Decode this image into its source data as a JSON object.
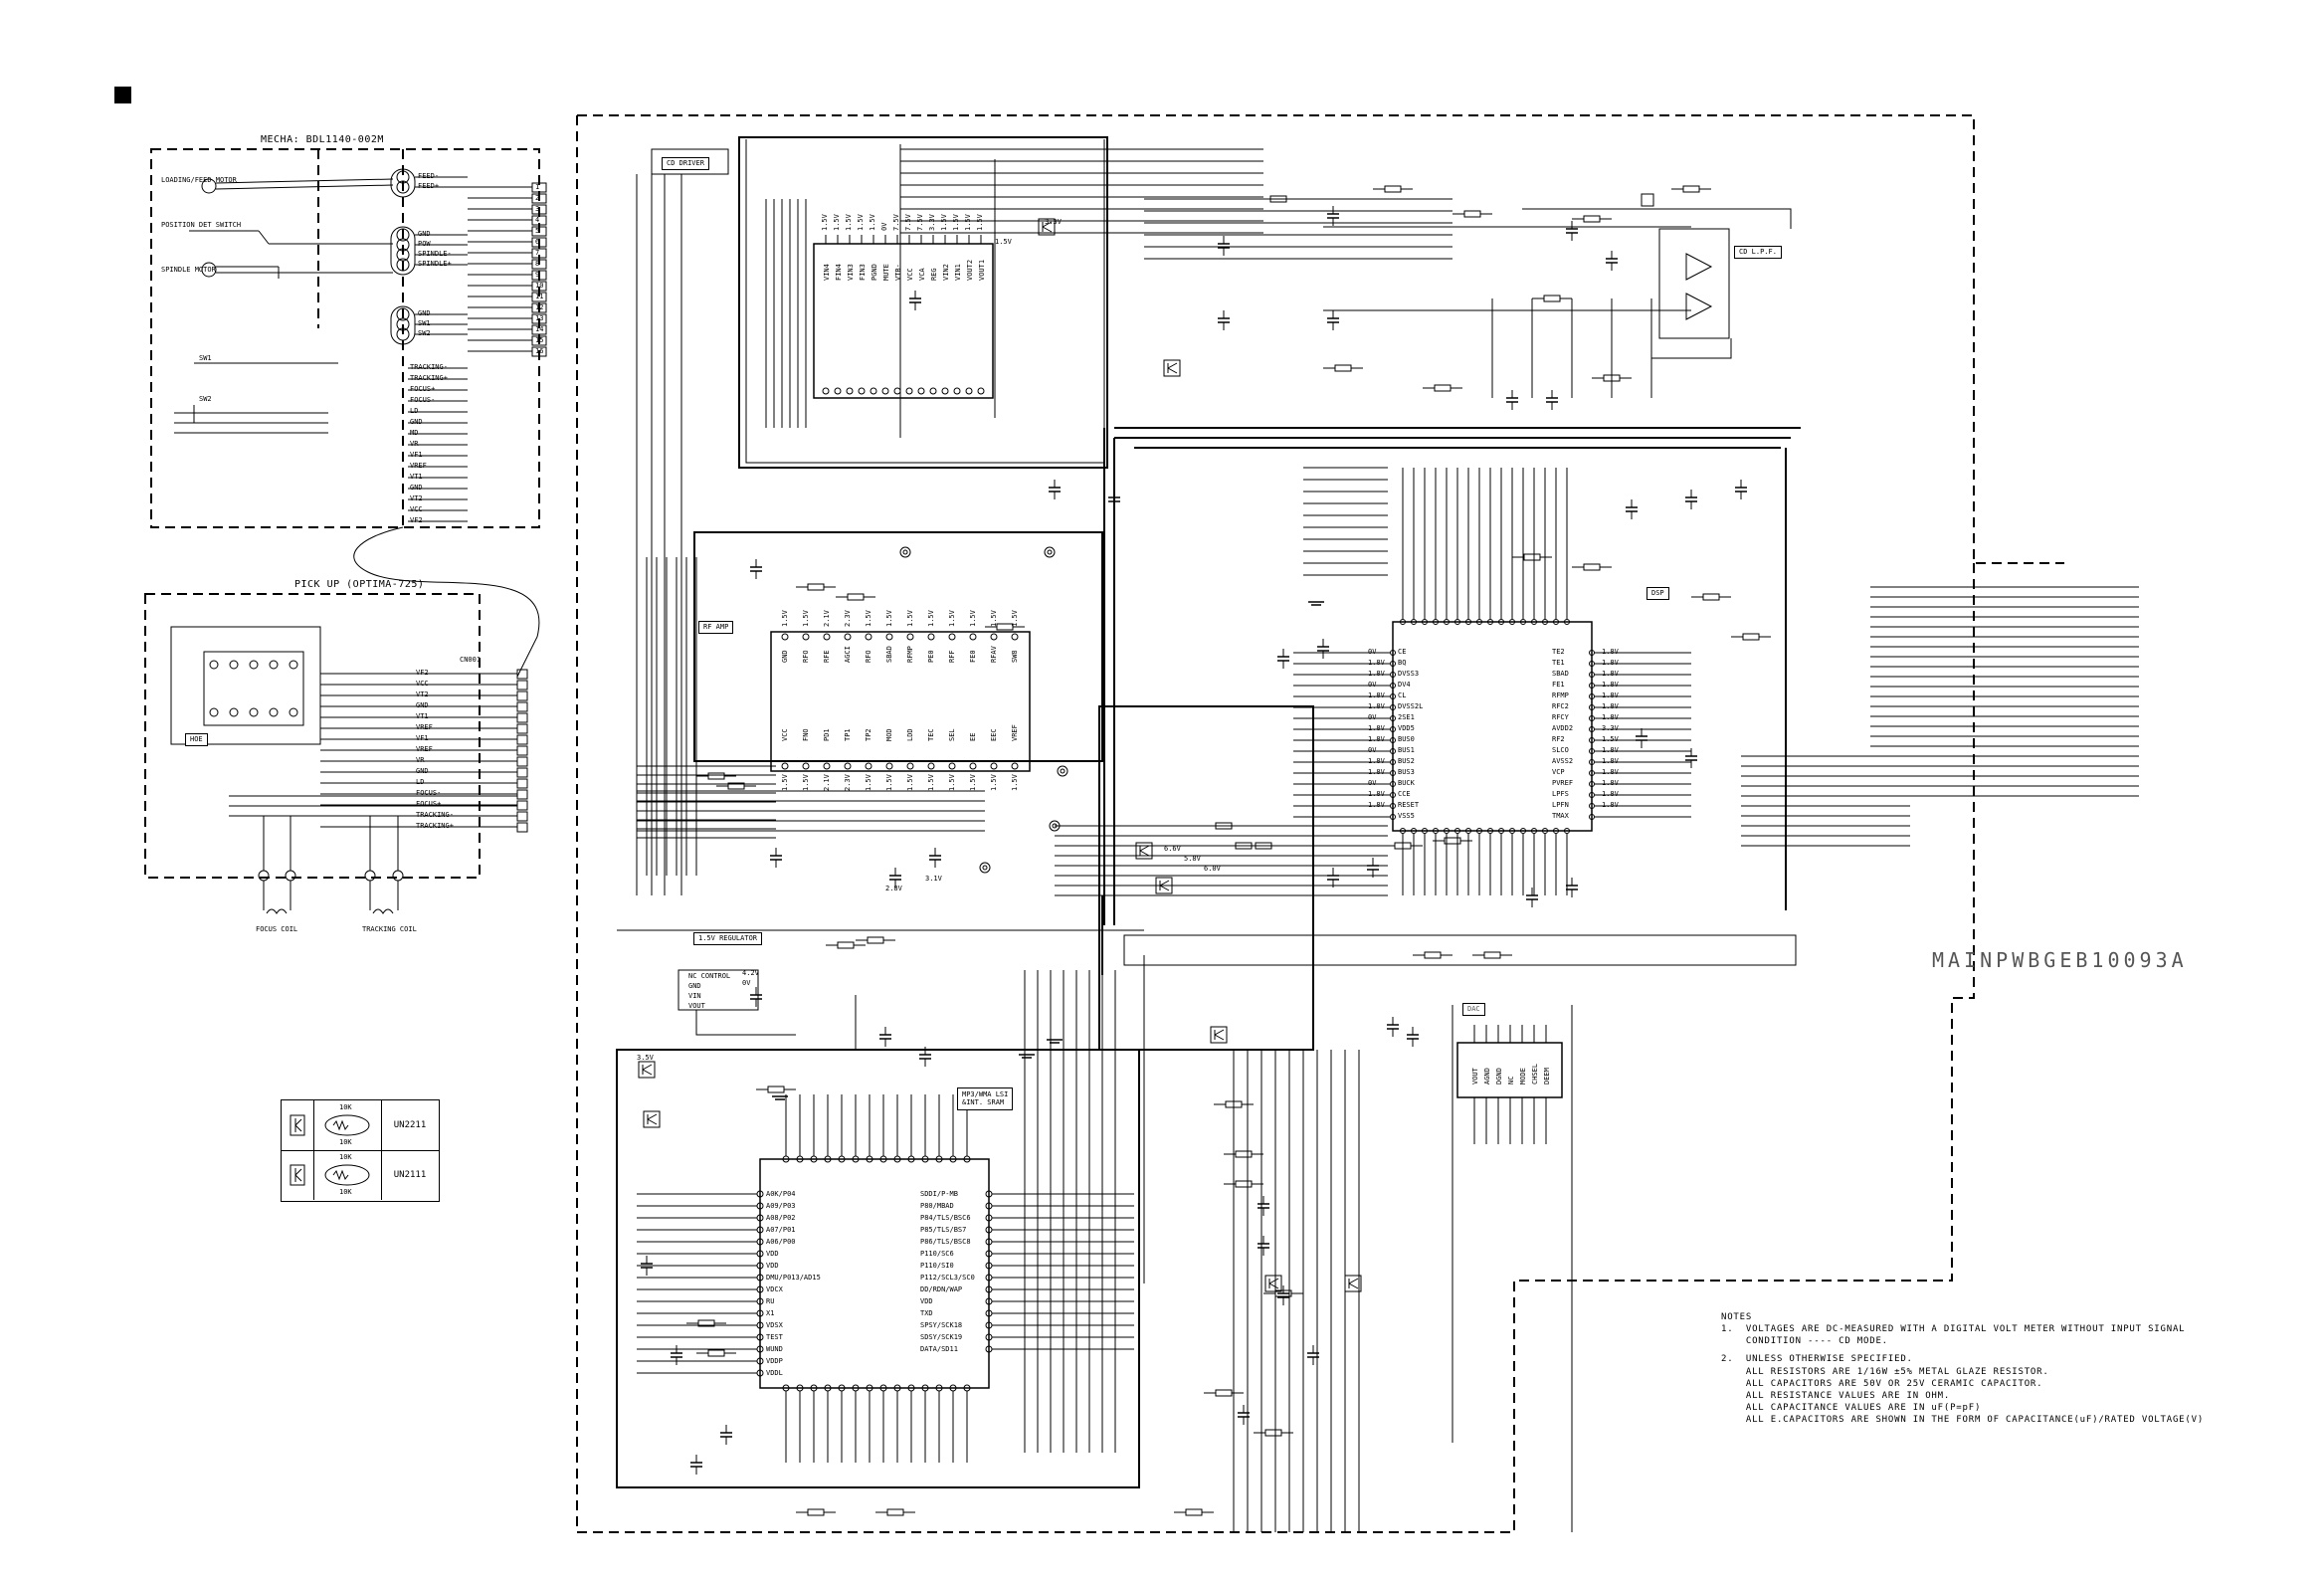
{
  "mecha": {
    "title": "MECHA: BDL1140-002M",
    "loading_motor": "LOADING/FEED MOTOR",
    "position_switch": "POSITION DET SWITCH",
    "spindle_motor": "SPINDLE MOTOR",
    "sw1": "SW1",
    "sw2": "SW2",
    "pins": [
      "FEED-",
      "FEED+",
      "GND",
      "POW",
      "SPINDLE-",
      "SPINDLE+",
      "GND",
      "SW1",
      "SW2"
    ]
  },
  "pickup": {
    "title": "PICK UP (OPTIMA-725)",
    "hoe": "HOE",
    "focus_coil": "FOCUS COIL",
    "tracking_coil": "TRACKING COIL",
    "connector": "CN001",
    "pins": [
      "VF2",
      "VCC",
      "VT2",
      "GND",
      "VT1",
      "VREF",
      "VF1",
      "VREF",
      "VR",
      "GND",
      "LD",
      "FOCUS-",
      "FOCUS+",
      "TRACKING-",
      "TRACKING+"
    ]
  },
  "blocks": {
    "cd_driver": "CD DRIVER",
    "rf_amp": "RF AMP",
    "dsp": "DSP",
    "cd_lpf": "CD L.P.F.",
    "regulator": "1.5V REGULATOR",
    "mp3_lsi_line1": "MP3/WMA LSI",
    "mp3_lsi_line2": "&INT. SRAM",
    "dac": "DAC"
  },
  "pwb": "MAINPWBGEB10093A",
  "legend": {
    "resistor1": "10K",
    "resistor2": "10K",
    "part1": "UN2211",
    "part2": "UN2111"
  },
  "notes": {
    "title": "NOTES",
    "lines": [
      "1.  VOLTAGES ARE DC-MEASURED WITH A DIGITAL VOLT METER WITHOUT INPUT SIGNAL",
      "    CONDITION ---- CD MODE.",
      "2.  UNLESS OTHERWISE SPECIFIED.",
      "    ALL RESISTORS ARE 1/16W ±5% METAL GLAZE RESISTOR.",
      "    ALL CAPACITORS ARE 50V OR 25V CERAMIC CAPACITOR.",
      "    ALL RESISTANCE VALUES ARE IN OHM.",
      "    ALL CAPACITANCE VALUES ARE IN uF(P=pF)",
      "    ALL E.CAPACITORS ARE SHOWN IN THE FORM OF CAPACITANCE(uF)/RATED VOLTAGE(V)"
    ]
  },
  "dsp_pins_left": [
    "CE",
    "BQ",
    "DVSS3",
    "DV4",
    "CL",
    "DVSS2L",
    "2SE1",
    "VDD5",
    "BUS0",
    "BUS1",
    "BUS2",
    "BUS3",
    "BUCK",
    "CCE",
    "RESET",
    "VSS5"
  ],
  "dsp_pins_right": [
    "TE2",
    "TE1",
    "SBAD",
    "FE1",
    "RFMP",
    "RFC2",
    "RFCY",
    "AVDD2",
    "RF2",
    "SLCO",
    "AVSS2",
    "VCP",
    "PVREF",
    "LPFS",
    "LPFN",
    "TMAX"
  ],
  "dsp_voltages": [
    "1.8V",
    "1.8V",
    "1.8V",
    "1.8V",
    "1.8V",
    "1.8V",
    "1.8V",
    "3.3V",
    "1.5V",
    "1.8V",
    "1.8V",
    "1.8V",
    "1.8V",
    "1.8V",
    "1.8V"
  ],
  "lsi_pins_left": [
    "A0K/P04",
    "A09/P03",
    "A08/P02",
    "A07/P01",
    "A06/P00",
    "VDD",
    "VDD",
    "DMU/P013/AD15",
    "VDCX",
    "RU",
    "X1",
    "VDSX",
    "TEST",
    "WUND",
    "VDDP",
    "VDDL"
  ],
  "lsi_pins_right": [
    "SDDI/P-MB",
    "P80/MBAD",
    "P84/TLS/BSC6",
    "P85/TLS/BS7",
    "P86/TLS/BSC8",
    "P110/SC6",
    "P110/SI0",
    "P112/SCL3/SC0",
    "DD/RDN/WAP",
    "VDD",
    "TXD",
    "SPSY/SCK18",
    "SDSY/SCK19",
    "DATA/SD11"
  ],
  "cd_driver_pins_top": [
    "VIN4",
    "FIN4",
    "VIN3",
    "FIN3",
    "PGND",
    "MUTE",
    "VTB-",
    "VCC",
    "VCA",
    "REG",
    "VIN2",
    "VIN1",
    "VOUT2",
    "VOUT1"
  ],
  "cd_driver_voltages": [
    "1.5V",
    "1.5V",
    "1.5V",
    "1.5V",
    "1.5V",
    "0V",
    "7.5V",
    "7.5V",
    "7.5V",
    "3.3V",
    "1.5V",
    "1.5V",
    "1.5V",
    "1.5V"
  ],
  "rf_amp_pins_top": [
    "GND",
    "RFO",
    "RFE",
    "AGCI",
    "RFO",
    "SBAD",
    "RFMP",
    "PE0",
    "RFF",
    "FE0",
    "RFAV",
    "SW8"
  ],
  "rf_amp_pins_bottom": [
    "VCC",
    "FNO",
    "PD1",
    "TP1",
    "TP2",
    "MOD",
    "LDD",
    "TEC",
    "SEL",
    "EE",
    "EEC",
    "VREF"
  ],
  "rf_voltages": [
    "1.5V",
    "1.5V",
    "2.1V",
    "2.3V",
    "1.5V",
    "1.5V",
    "1.5V",
    "1.5V",
    "1.5V",
    "1.5V",
    "1.5V",
    "1.5V"
  ],
  "dac_pins": [
    "VOUT",
    "AGND",
    "DGND",
    "NC",
    "MODE",
    "CHSEL",
    "DEEM"
  ],
  "reg_labels": [
    "NC CONTROL",
    "GND",
    "VIN",
    "VOUT"
  ],
  "misc_voltages": [
    "3.3V",
    "2.8V",
    "3.1V",
    "3.5V",
    "1.5V",
    "4.2V",
    "0V",
    "6.6V",
    "5.8V",
    "6.0V"
  ]
}
